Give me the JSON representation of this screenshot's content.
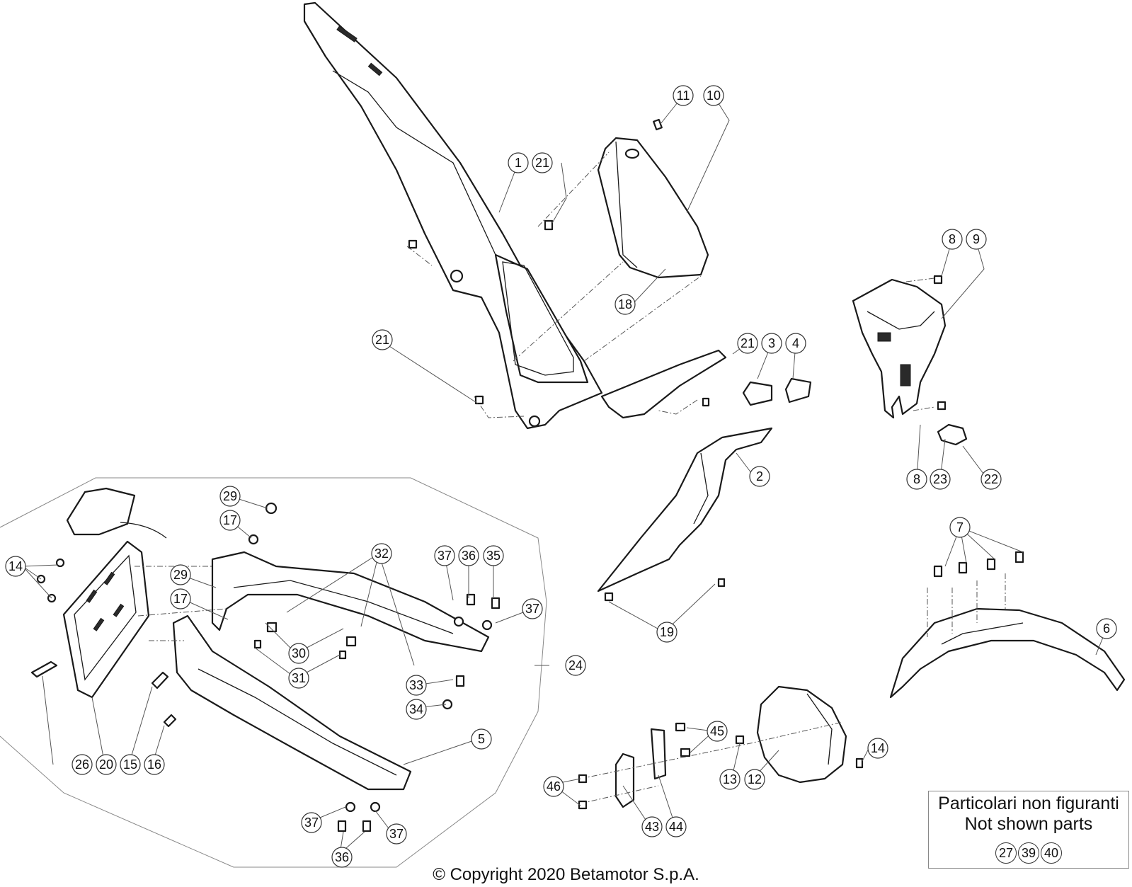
{
  "callouts": [
    {
      "n": "1"
    },
    {
      "n": "21"
    },
    {
      "n": "11"
    },
    {
      "n": "10"
    },
    {
      "n": "18"
    },
    {
      "n": "21"
    },
    {
      "n": "21"
    },
    {
      "n": "3"
    },
    {
      "n": "4"
    },
    {
      "n": "8"
    },
    {
      "n": "9"
    },
    {
      "n": "8"
    },
    {
      "n": "23"
    },
    {
      "n": "22"
    },
    {
      "n": "2"
    },
    {
      "n": "19"
    },
    {
      "n": "7"
    },
    {
      "n": "6"
    },
    {
      "n": "29"
    },
    {
      "n": "17"
    },
    {
      "n": "14"
    },
    {
      "n": "29"
    },
    {
      "n": "17"
    },
    {
      "n": "32"
    },
    {
      "n": "37"
    },
    {
      "n": "36"
    },
    {
      "n": "35"
    },
    {
      "n": "37"
    },
    {
      "n": "30"
    },
    {
      "n": "31"
    },
    {
      "n": "33"
    },
    {
      "n": "34"
    },
    {
      "n": "24"
    },
    {
      "n": "5"
    },
    {
      "n": "26"
    },
    {
      "n": "20"
    },
    {
      "n": "15"
    },
    {
      "n": "16"
    },
    {
      "n": "37"
    },
    {
      "n": "37"
    },
    {
      "n": "36"
    },
    {
      "n": "45"
    },
    {
      "n": "14"
    },
    {
      "n": "13"
    },
    {
      "n": "12"
    },
    {
      "n": "46"
    },
    {
      "n": "43"
    },
    {
      "n": "44"
    }
  ],
  "legend": {
    "line1": "Particolari non figuranti",
    "line2": "Not shown parts",
    "numbers": [
      "27",
      "39",
      "40"
    ]
  },
  "copyright": "© Copyright 2020 Betamotor S.p.A.",
  "colors": {
    "ink": "#1a1a1a",
    "leader": "#555555",
    "paper": "#ffffff"
  }
}
